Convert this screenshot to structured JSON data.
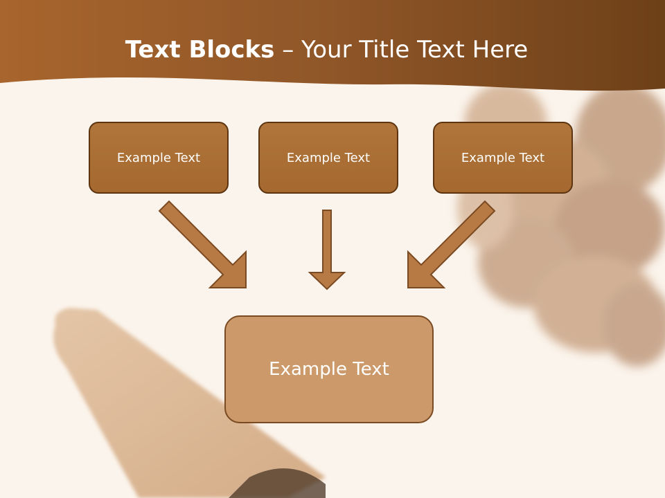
{
  "slide": {
    "title_bold": "Text Blocks",
    "title_rest": " – Your Title Text Here"
  },
  "blocks": [
    {
      "label": "Example Text"
    },
    {
      "label": "Example Text"
    },
    {
      "label": "Example Text"
    }
  ],
  "target": {
    "label": "Example Text"
  },
  "colors": {
    "header": "#8e5424",
    "box_fill": "#a86b31",
    "box_border": "#5c3410",
    "target_fill": "#cc9a6a",
    "arrow_fill": "#b87a44",
    "arrow_stroke": "#7a4a22",
    "background": "#fbf4ec"
  }
}
